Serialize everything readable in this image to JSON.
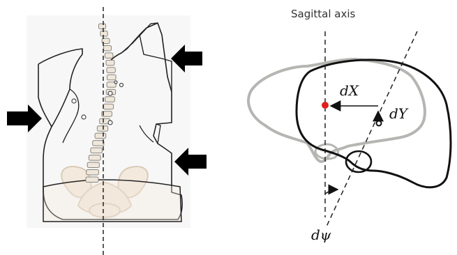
{
  "labels": {
    "axis_title": "Sagittal axis",
    "dx": "dX",
    "dy": "dY",
    "dpsi": "dψ"
  },
  "colors": {
    "outline_black": "#111111",
    "outline_gray": "#b5b5b2",
    "pelvis_fill": "#f3e9dc",
    "pelvis_stroke": "#d9cbb8",
    "center_marker": "#e0201a",
    "arrow_fill": "#000000",
    "spine_bone": "#efe7dc"
  },
  "icons": {
    "pressure_arrow": "arrow-right-icon / arrow-left-icon",
    "center_point": "filled-circle-icon"
  }
}
